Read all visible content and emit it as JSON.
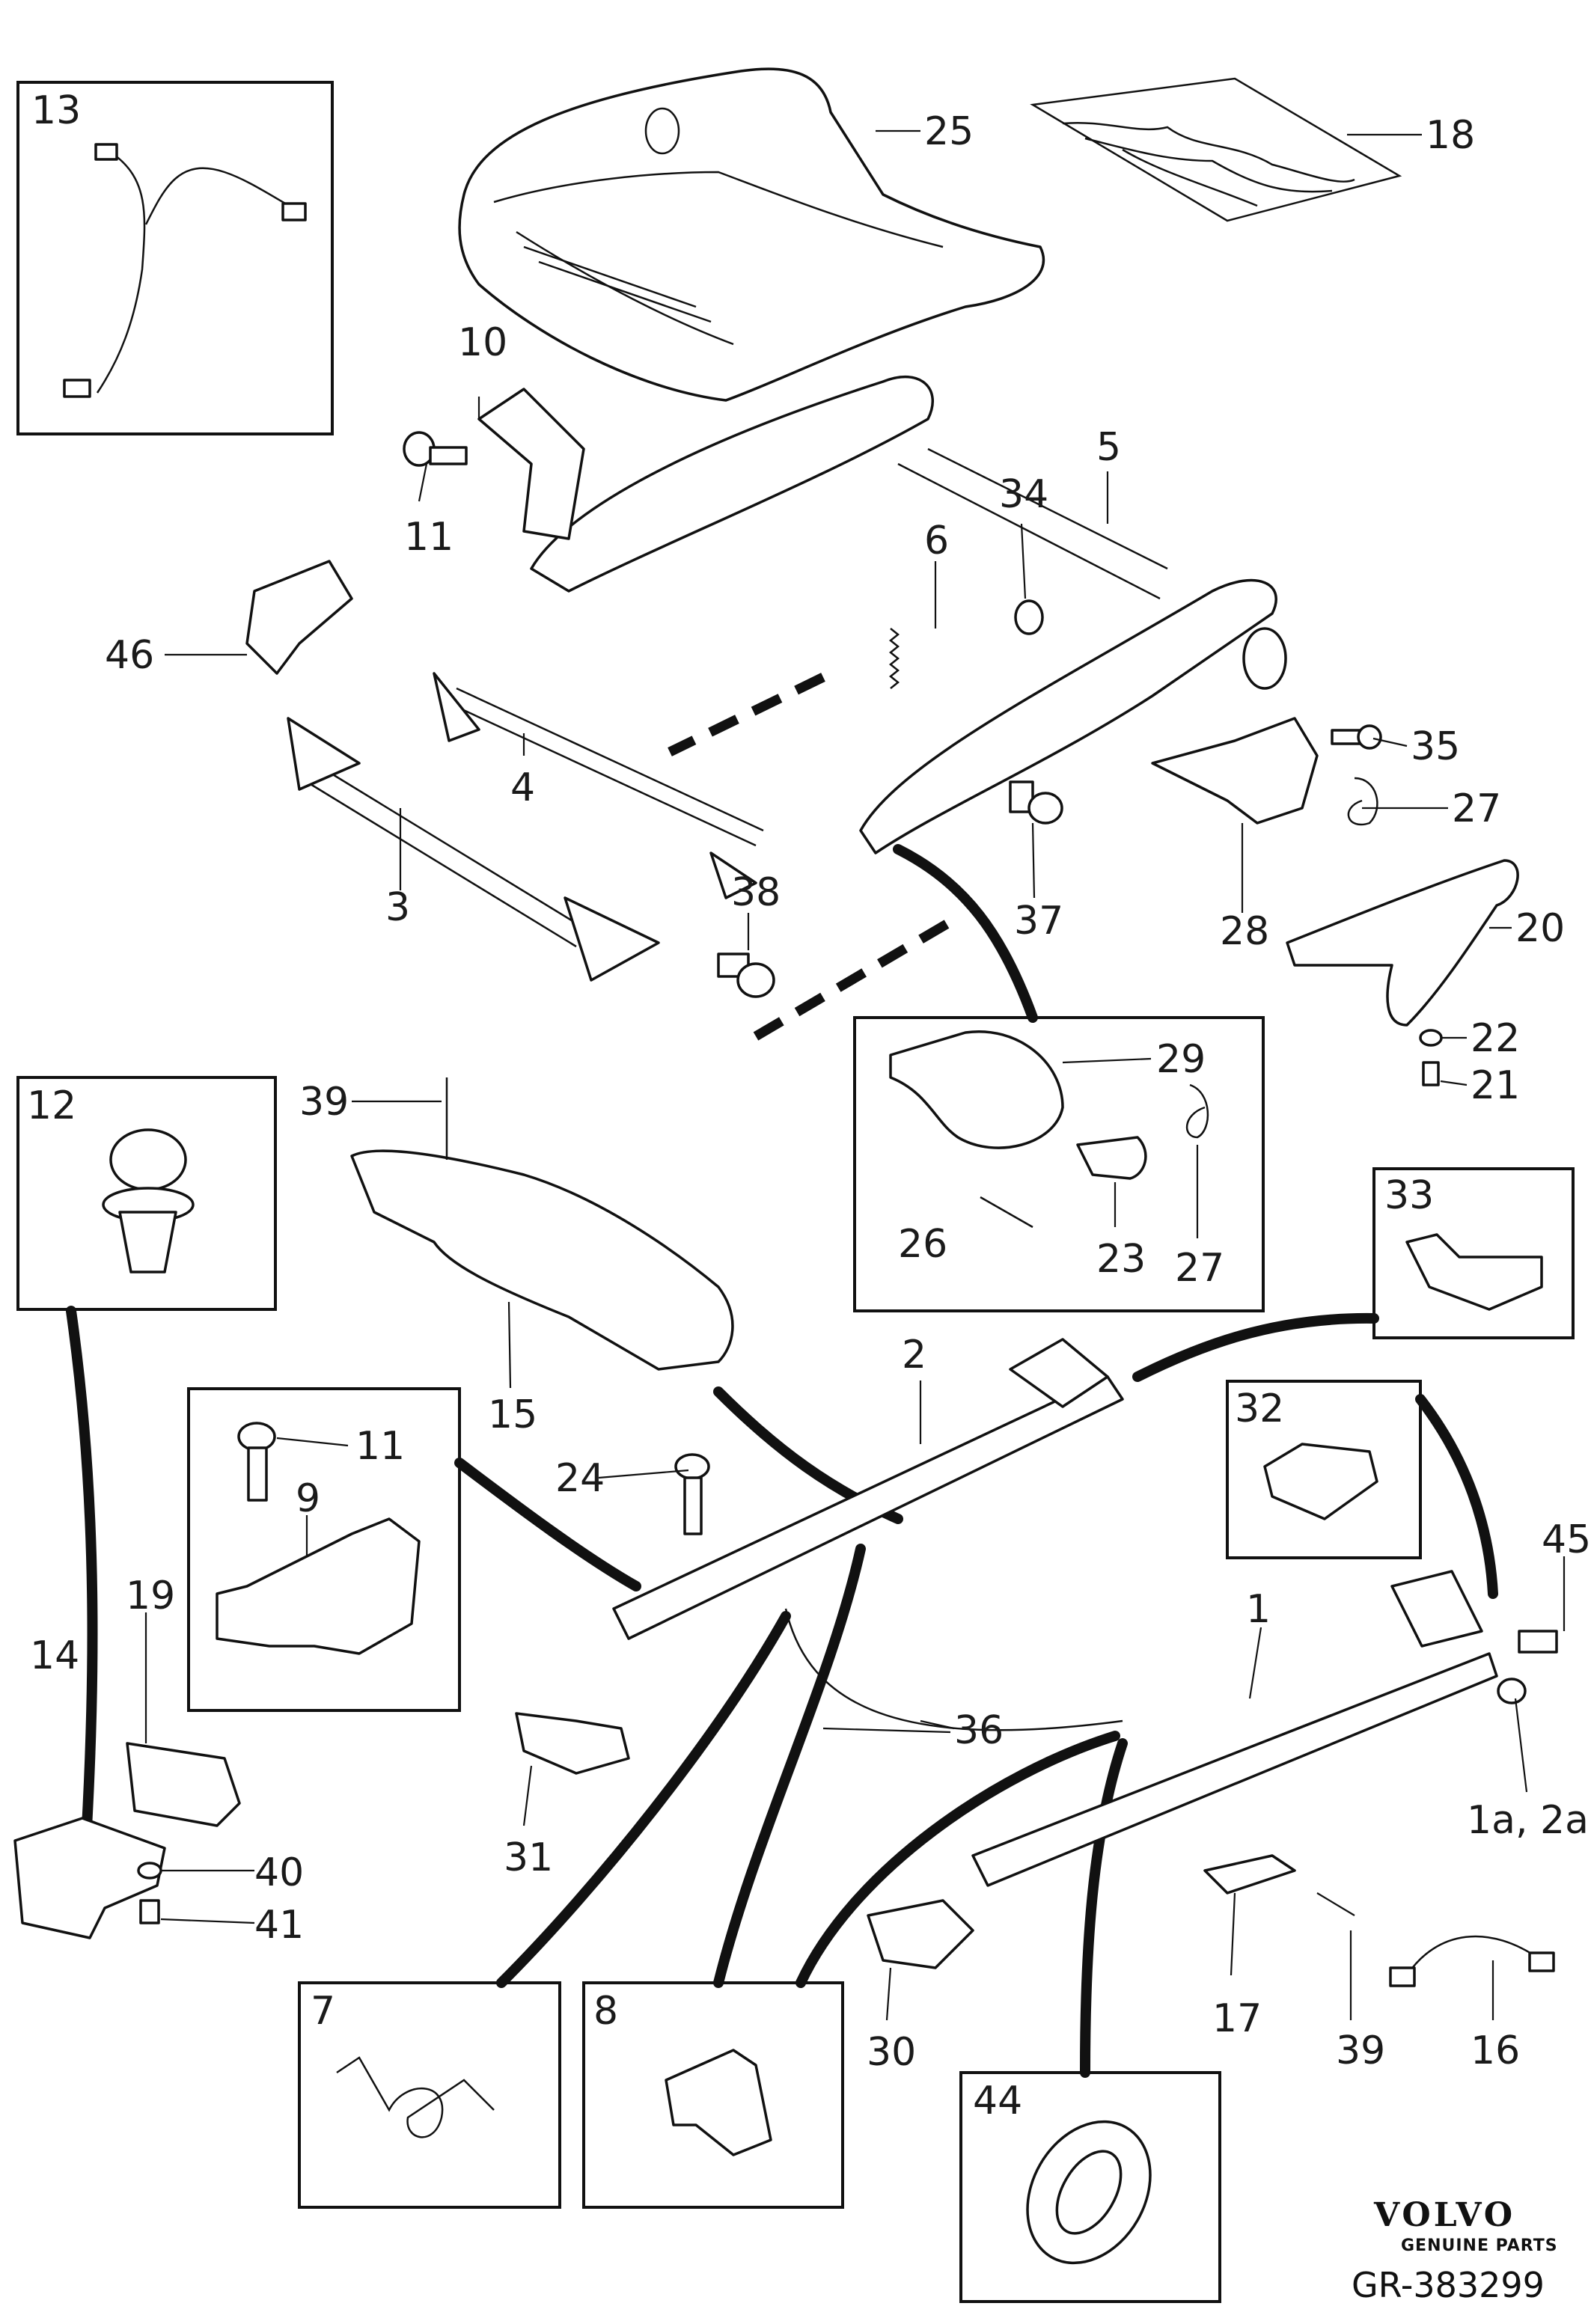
{
  "brand": {
    "name": "VOLVO",
    "tagline": "GENUINE PARTS",
    "code": "GR-383299"
  },
  "callouts": {
    "c1": "1",
    "c1a2a": "1a, 2a",
    "c2": "2",
    "c3": "3",
    "c4": "4",
    "c5": "5",
    "c6": "6",
    "c7": "7",
    "c8": "8",
    "c9": "9",
    "c10": "10",
    "c11a": "11",
    "c11b": "11",
    "c12": "12",
    "c13": "13",
    "c14": "14",
    "c15": "15",
    "c16": "16",
    "c17": "17",
    "c18": "18",
    "c19": "19",
    "c20": "20",
    "c21": "21",
    "c22": "22",
    "c23": "23",
    "c24": "24",
    "c25": "25",
    "c26": "26",
    "c27a": "27",
    "c27b": "27",
    "c28": "28",
    "c29": "29",
    "c30": "30",
    "c31": "31",
    "c32": "32",
    "c33": "33",
    "c34": "34",
    "c35": "35",
    "c36": "36",
    "c37": "37",
    "c38": "38",
    "c39a": "39",
    "c39b": "39",
    "c40": "40",
    "c41": "41",
    "c44": "44",
    "c45": "45",
    "c46": "46"
  }
}
